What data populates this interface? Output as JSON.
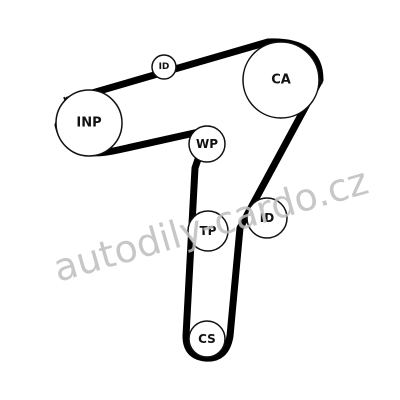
{
  "diagram": {
    "pulleys": [
      {
        "id": "ca",
        "label": "CA"
      },
      {
        "id": "inp",
        "label": "INP"
      },
      {
        "id": "id1",
        "label": "ID"
      },
      {
        "id": "wp",
        "label": "WP"
      },
      {
        "id": "tp",
        "label": "TP"
      },
      {
        "id": "id2",
        "label": "ID"
      },
      {
        "id": "cs",
        "label": "CS"
      }
    ]
  },
  "watermark": {
    "text": "autodily-cardo.cz"
  },
  "colors": {
    "belt": "#000000",
    "pulley_stroke": "#111111",
    "pulley_fill": "#ffffff",
    "watermark": "#bdbdbd"
  }
}
